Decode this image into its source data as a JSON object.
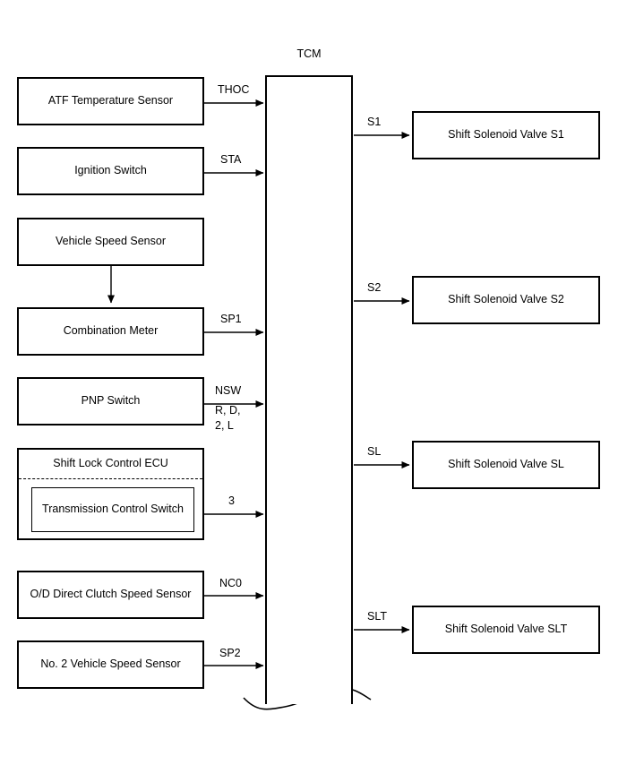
{
  "diagram": {
    "title": "TCM",
    "tcm_label": "TCM",
    "inputs": [
      {
        "name": "ATF Temperature Sensor",
        "signal": "THOC",
        "signal_sub": ""
      },
      {
        "name": "Ignition Switch",
        "signal": "STA",
        "signal_sub": ""
      },
      {
        "name": "Vehicle Speed Sensor",
        "signal": "",
        "signal_sub": ""
      },
      {
        "name": "Combination Meter",
        "signal": "SP1",
        "signal_sub": ""
      },
      {
        "name": "PNP Switch",
        "signal": "NSW",
        "signal_sub": "R, D,\n2, L"
      },
      {
        "name": "Shift Lock Control ECU",
        "signal": "3",
        "signal_sub": ""
      },
      {
        "name": "O/D Direct Clutch Speed Sensor",
        "signal": "NC0",
        "signal_sub": ""
      },
      {
        "name": "No. 2 Vehicle Speed Sensor",
        "signal": "SP2",
        "signal_sub": ""
      }
    ],
    "shift_lock_ecu": {
      "title": "Shift Lock Control ECU",
      "inner": "Transmission Control Switch"
    },
    "pnp_signal": {
      "main": "NSW",
      "line2": "R, D,",
      "line3": "2, L"
    },
    "outputs": [
      {
        "name": "Shift Solenoid Valve S1",
        "signal": "S1"
      },
      {
        "name": "Shift Solenoid Valve S2",
        "signal": "S2"
      },
      {
        "name": "Shift Solenoid Valve SL",
        "signal": "SL"
      },
      {
        "name": "Shift Solenoid Valve SLT",
        "signal": "SLT"
      }
    ],
    "colors": {
      "line": "#000000",
      "background": "#ffffff",
      "text": "#000000"
    }
  }
}
